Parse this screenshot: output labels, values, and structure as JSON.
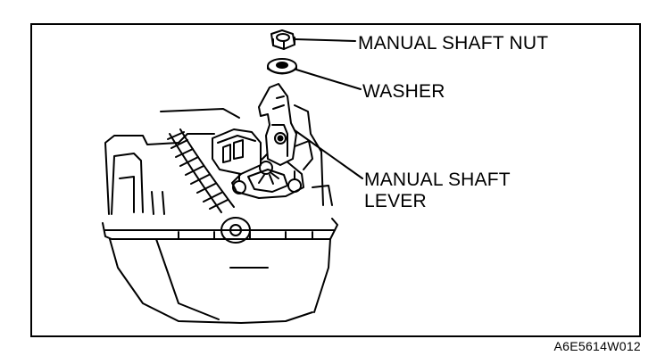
{
  "callouts": {
    "manual_shaft_nut": "MANUAL SHAFT NUT",
    "washer": "WASHER",
    "manual_shaft_lever_line1": "MANUAL SHAFT",
    "manual_shaft_lever_line2": "LEVER"
  },
  "figure_code": "A6E5614W012",
  "colors": {
    "ink": "#000000",
    "paper": "#ffffff"
  }
}
